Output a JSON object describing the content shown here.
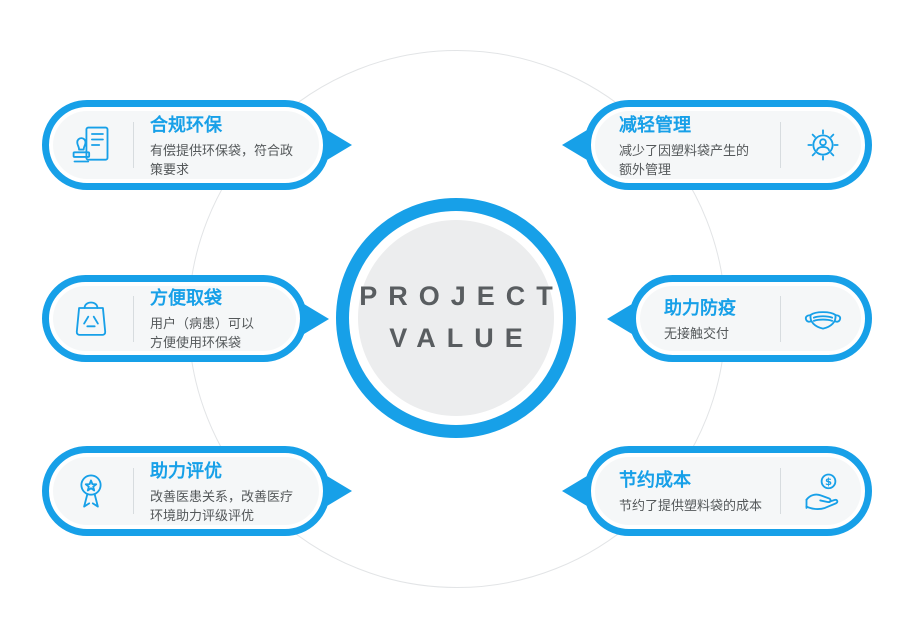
{
  "center": {
    "line1": "PROJECT",
    "line2": "VALUE"
  },
  "cards": {
    "left": [
      {
        "title": "合规环保",
        "desc": "有偿提供环保袋，符合政\n策要求",
        "icon": "stamp-document-icon"
      },
      {
        "title": "方便取袋",
        "desc": "用户（病患）可以\n方便使用环保袋",
        "icon": "recycle-bag-icon"
      },
      {
        "title": "助力评优",
        "desc": "改善医患关系，改善医疗\n环境助力评级评优",
        "icon": "award-medal-icon"
      }
    ],
    "right": [
      {
        "title": "减轻管理",
        "desc": "减少了因塑料袋产生的\n额外管理",
        "icon": "gear-user-icon"
      },
      {
        "title": "助力防疫",
        "desc": "无接触交付",
        "icon": "face-mask-icon"
      },
      {
        "title": "节约成本",
        "desc": "节约了提供塑料袋的成本",
        "icon": "hand-coin-icon"
      }
    ]
  },
  "colors": {
    "accent": "#17A0E8",
    "card_background": "#F5F7F8",
    "ring_border": "#E2E4E6",
    "title_text": "#17A0E8",
    "body_text": "#54585A",
    "center_text": "#595D60"
  }
}
